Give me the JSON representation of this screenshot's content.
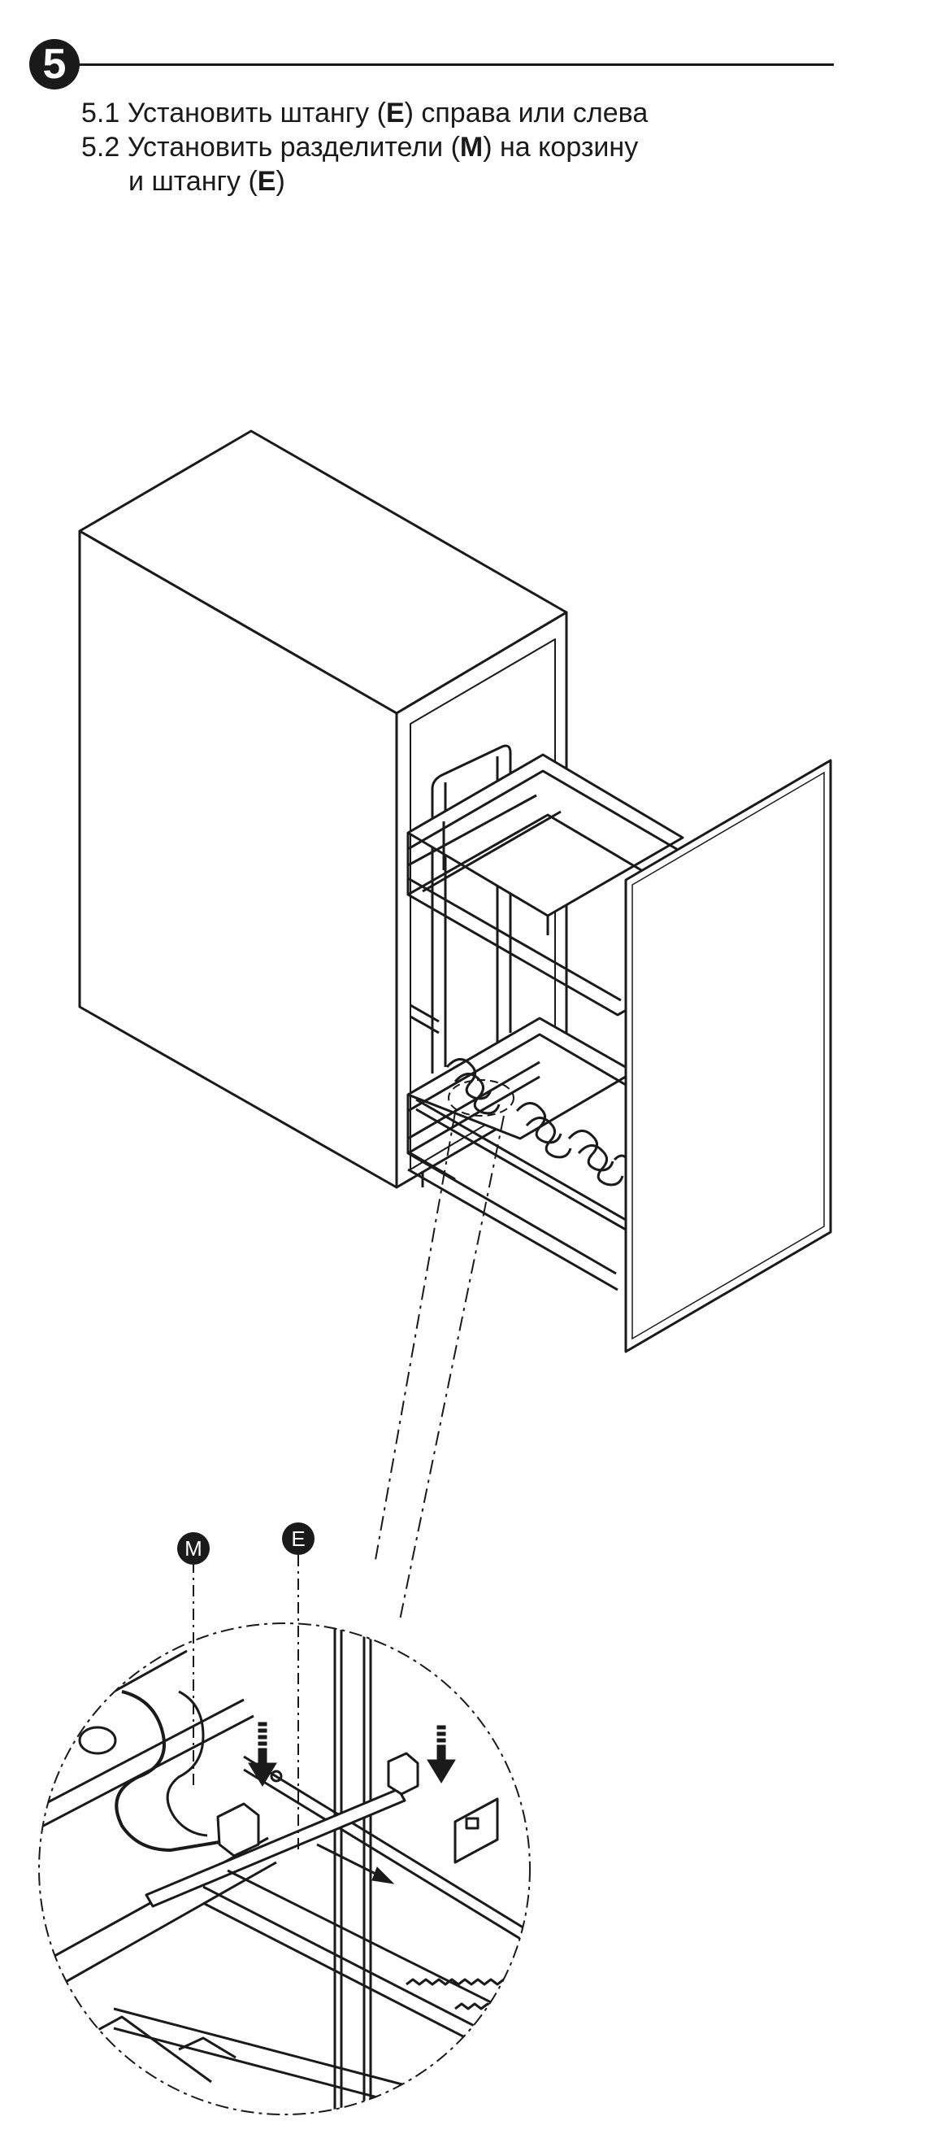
{
  "step": {
    "number": "5"
  },
  "instructions": [
    {
      "num": "5.1",
      "pre": "Установить штангу (",
      "bold": "E",
      "post": ") справа или слева"
    },
    {
      "num": "5.2",
      "pre": "Установить разделители (",
      "bold": "M",
      "post": ") на корзину"
    },
    {
      "num": "",
      "pre": "и штангу (",
      "bold": "E",
      "post": ")"
    }
  ],
  "callouts": {
    "divider": "M",
    "rail": "E"
  },
  "colors": {
    "ink": "#1a1a1a",
    "background": "#ffffff"
  }
}
